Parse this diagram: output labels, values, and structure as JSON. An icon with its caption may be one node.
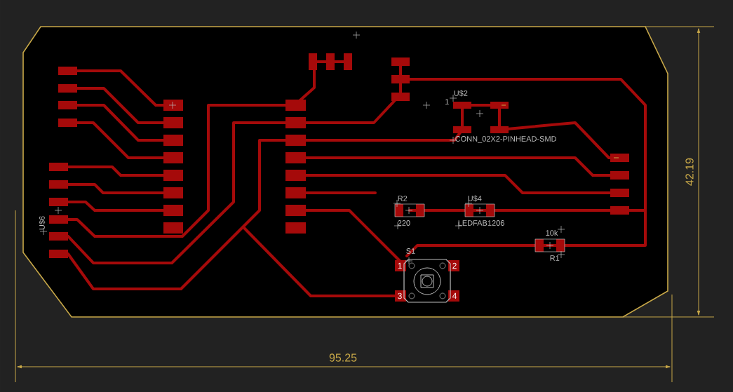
{
  "diagram": {
    "labels": [
      "U$2",
      "1",
      "CONN_02X2-PINHEAD-SMD",
      "R2",
      "U$4",
      "220",
      "LEDFAB1206",
      "10k",
      "S1",
      "R1",
      "1",
      "2",
      "3",
      "4",
      "U$6",
      "42.19",
      "95.25"
    ]
  }
}
